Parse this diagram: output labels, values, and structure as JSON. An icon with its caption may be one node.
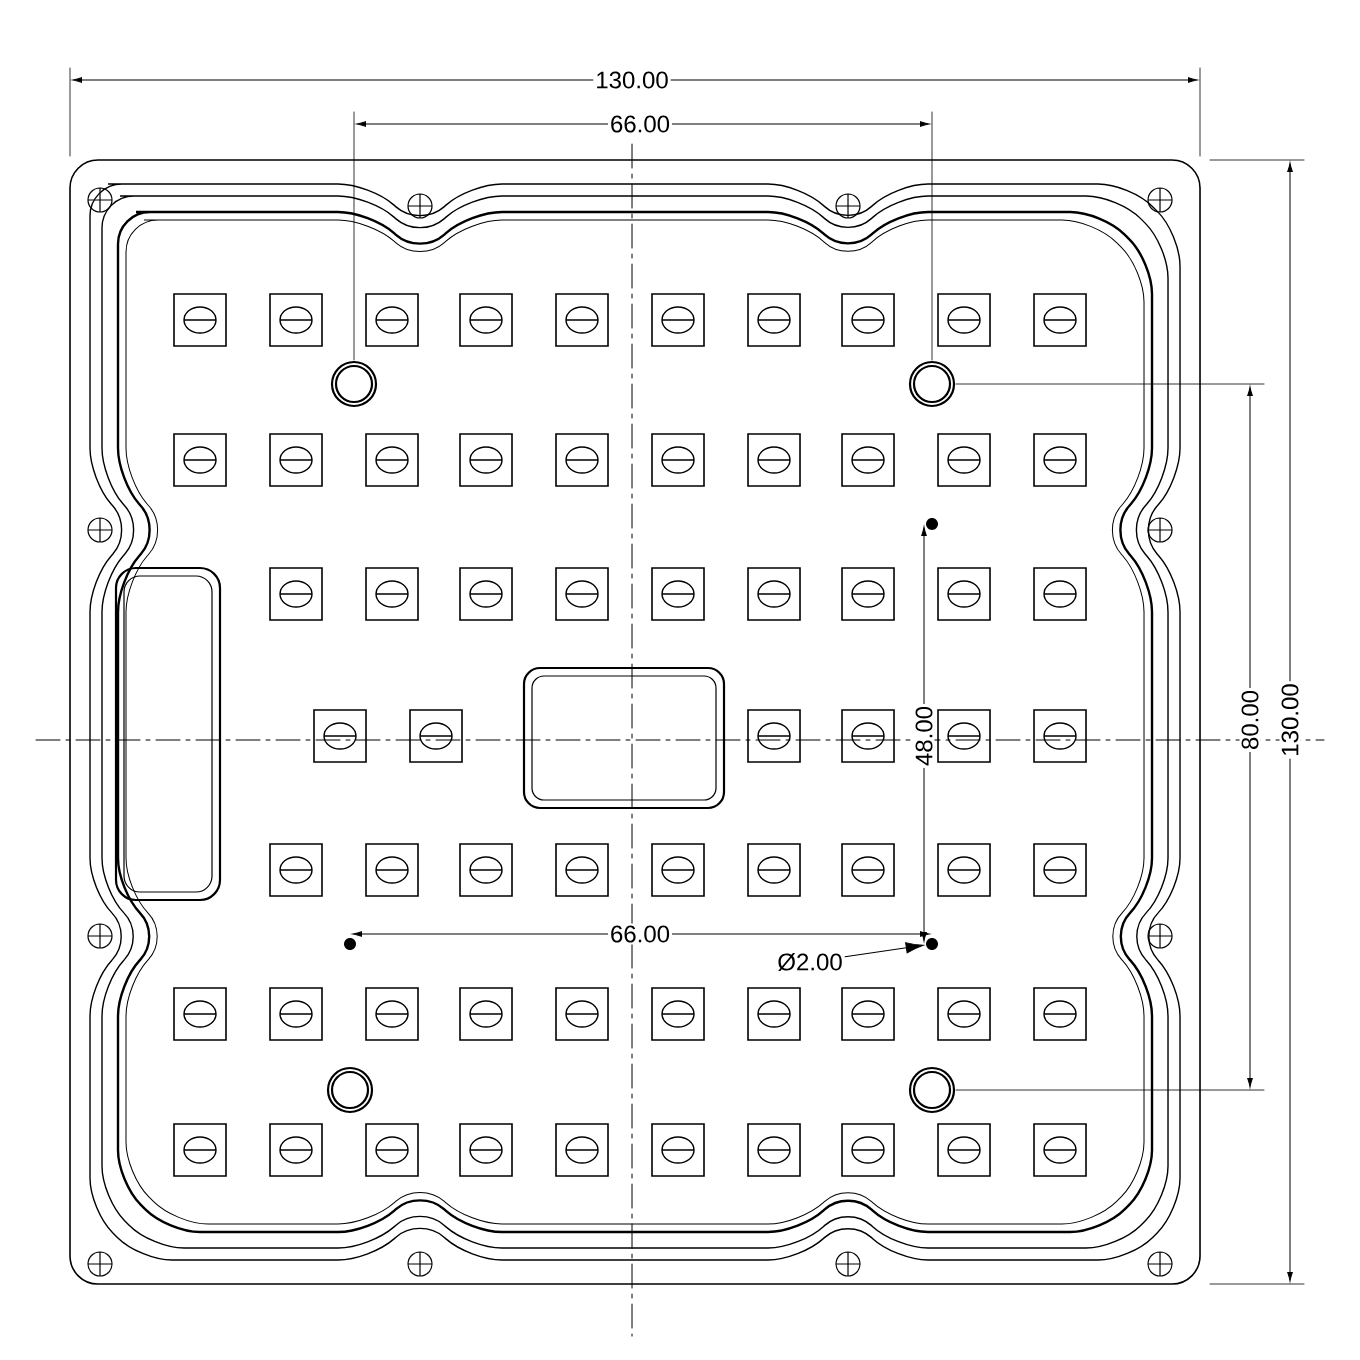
{
  "diagram": {
    "nodes": [
      {
        "text": [
          "Ø2.00"
        ]
      },
      {
        "text": [],
        "shape": "circle"
      }
    ],
    "edges": [
      {
        "from": 0,
        "to": 1,
        "arrow": "to"
      }
    ],
    "labels": [
      "130.00",
      "66.00",
      "80.00",
      "130.00",
      "48.00",
      "66.00"
    ]
  }
}
